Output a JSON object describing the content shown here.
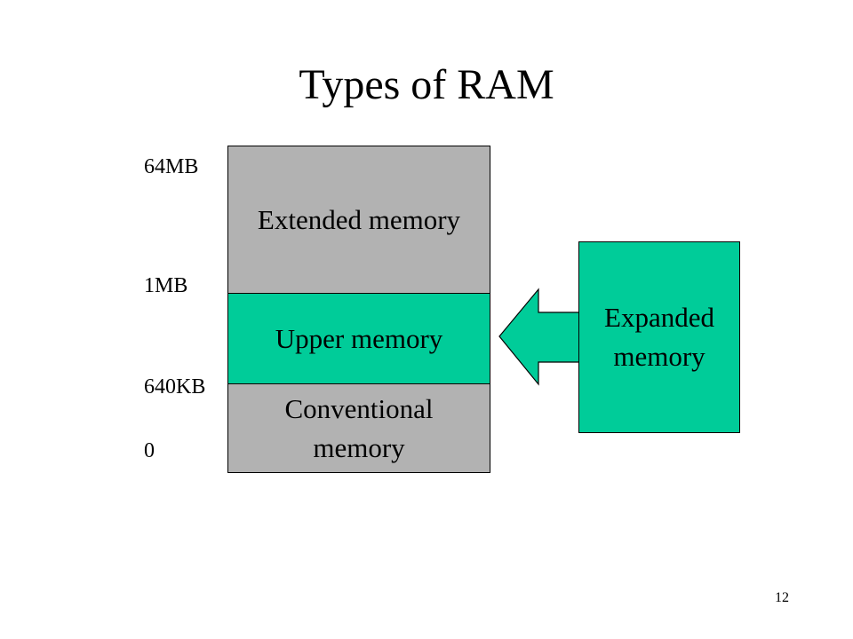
{
  "slide": {
    "title": "Types of RAM",
    "page_number": "12"
  },
  "addresses": {
    "a64mb": "64MB",
    "a1mb": "1MB",
    "a640kb": "640KB",
    "a0": "0"
  },
  "blocks": {
    "extended": "Extended memory",
    "upper": "Upper memory",
    "conventional": "Conventional memory",
    "expanded": "Expanded memory"
  },
  "colors": {
    "gray_fill": "#b2b2b2",
    "green_fill": "#00cc99",
    "outline": "#000000"
  }
}
